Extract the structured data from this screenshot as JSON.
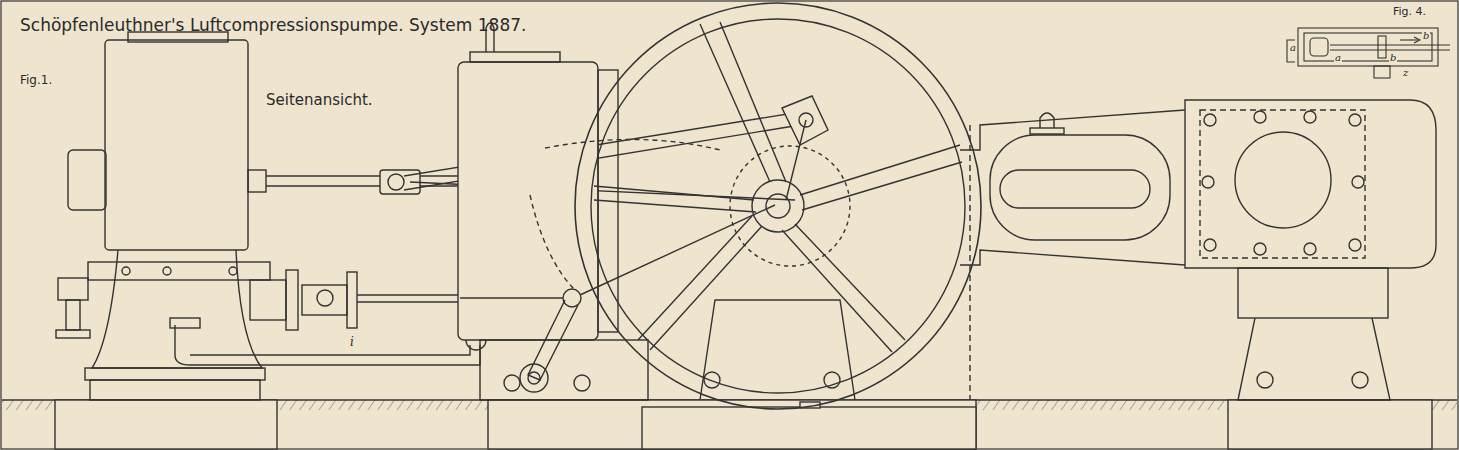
{
  "diagram": {
    "title": "Schöpfenleuthner's Luftcompressionspumpe. System 1887.",
    "labels": [
      "Fig.1.",
      "Seitenansicht.",
      "Fig. 4.",
      "i",
      "a",
      "a",
      "b",
      "b",
      "z"
    ]
  }
}
